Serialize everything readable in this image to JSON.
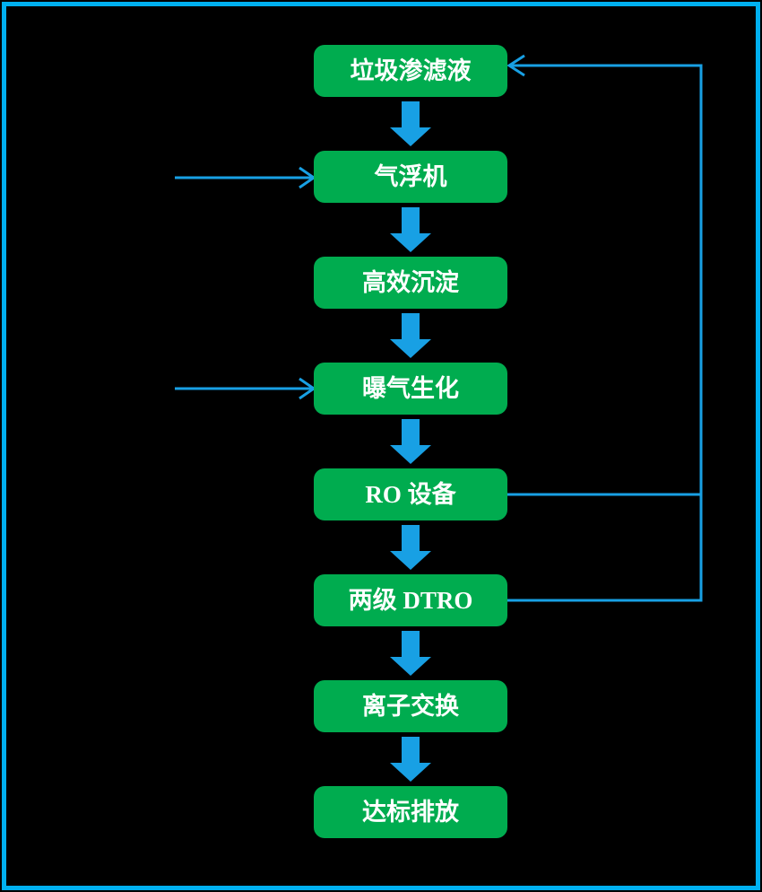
{
  "nodes": [
    {
      "label": "垃圾渗滤液"
    },
    {
      "label": "气浮机"
    },
    {
      "label": "高效沉淀"
    },
    {
      "label": "曝气生化"
    },
    {
      "label": "RO 设备"
    },
    {
      "label": "两级 DTRO"
    },
    {
      "label": "离子交换"
    },
    {
      "label": "达标排放"
    }
  ],
  "edges": [
    {
      "from": "垃圾渗滤液",
      "to": "气浮机",
      "style": "thick-down-arrow"
    },
    {
      "from": "气浮机",
      "to": "高效沉淀",
      "style": "thick-down-arrow"
    },
    {
      "from": "高效沉淀",
      "to": "曝气生化",
      "style": "thick-down-arrow"
    },
    {
      "from": "曝气生化",
      "to": "RO 设备",
      "style": "thick-down-arrow"
    },
    {
      "from": "RO 设备",
      "to": "两级 DTRO",
      "style": "thick-down-arrow"
    },
    {
      "from": "两级 DTRO",
      "to": "离子交换",
      "style": "thick-down-arrow"
    },
    {
      "from": "离子交换",
      "to": "达标排放",
      "style": "thick-down-arrow"
    },
    {
      "from": "left-inlet",
      "to": "气浮机",
      "style": "thin-arrow-right"
    },
    {
      "from": "left-inlet",
      "to": "曝气生化",
      "style": "thin-arrow-right"
    },
    {
      "from": "RO 设备",
      "to": "垃圾渗滤液",
      "style": "thin-return-line-right-side"
    },
    {
      "from": "两级 DTRO",
      "to": "垃圾渗滤液",
      "style": "thin-return-line-right-side"
    }
  ],
  "colors": {
    "background": "#000000",
    "border_blue": "#00B0F0",
    "arrow_blue": "#18A0E4",
    "box_green": "#00AC4F",
    "text_white": "#FFFFFF"
  }
}
